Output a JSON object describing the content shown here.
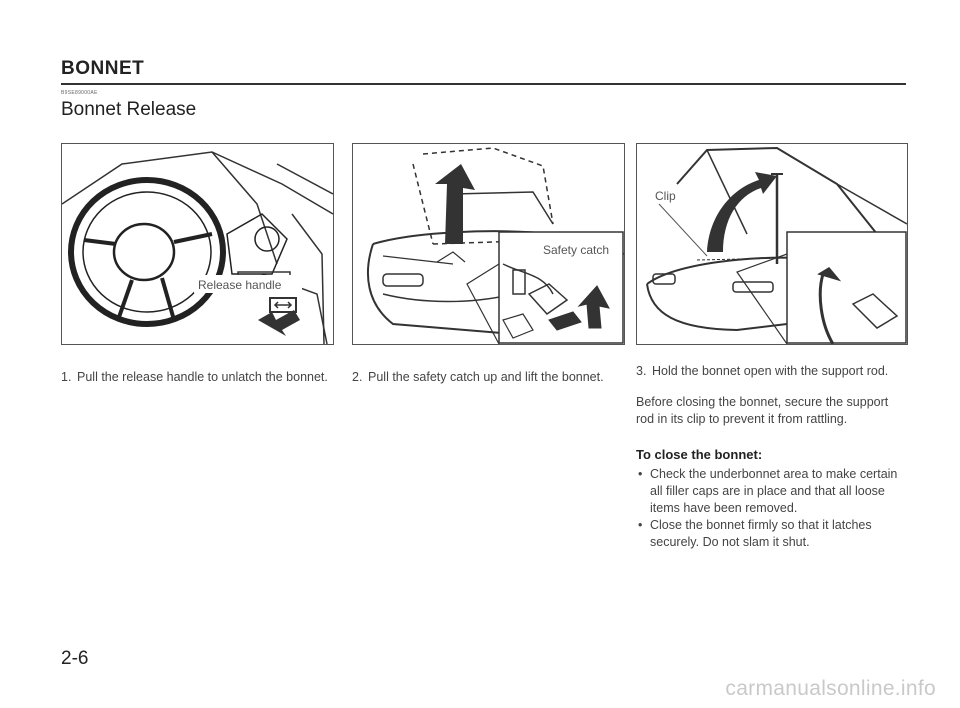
{
  "header": {
    "section_title": "BONNET",
    "code": "B9SE89000AE",
    "subtitle": "Bonnet Release"
  },
  "figures": [
    {
      "callout": "Release handle",
      "icons": [
        "steering-wheel-icon",
        "release-handle-icon",
        "pull-arrow-icon"
      ]
    },
    {
      "callout": "Safety catch",
      "icons": [
        "open-bonnet-icon",
        "up-arrow-icon",
        "safety-catch-icon"
      ]
    },
    {
      "callout": "Clip",
      "icons": [
        "support-rod-icon",
        "curved-arrow-icon"
      ]
    }
  ],
  "steps": [
    {
      "number": "1.",
      "text": "Pull the release handle to unlatch the bonnet."
    },
    {
      "number": "2.",
      "text": "Pull the safety catch up and lift the bonnet."
    },
    {
      "number": "3.",
      "text": "Hold the bonnet open with the support rod."
    }
  ],
  "note": "Before closing the bonnet, secure the support rod in its clip to prevent it from rattling.",
  "close": {
    "title": "To close the bonnet:",
    "bullet_symbol": "•",
    "items": [
      "Check the underbonnet area to make certain all filler caps are in place and that all loose items have been removed.",
      "Close the bonnet firmly so that it latches securely. Do not slam it shut."
    ]
  },
  "page_number": "2-6",
  "watermark": "carmanualsonline.info"
}
